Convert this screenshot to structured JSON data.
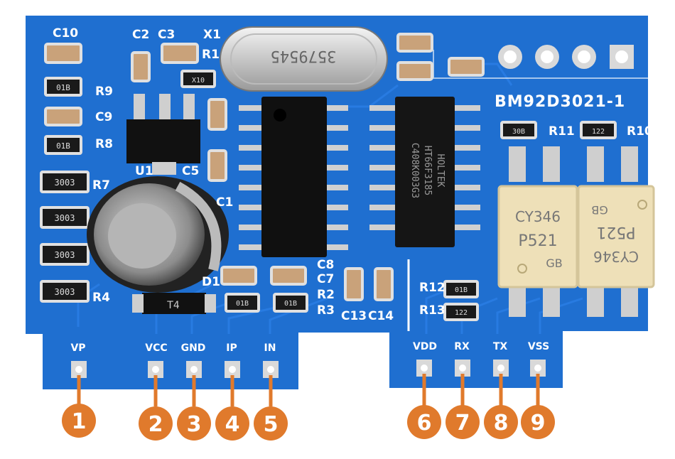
{
  "board": {
    "model": "BM92D3021-1",
    "crystal_marking": "3579545",
    "ic1_marking": [
      "HOLTEK",
      "HT66F3185",
      "C408K003G3"
    ],
    "opto_marking": [
      "CY346",
      "P521",
      "GB"
    ],
    "colors": {
      "pcb": "#1f6fd0",
      "silk": "#ffffff",
      "callout": "#e07a2c",
      "pad": "#d9d9d9"
    }
  },
  "silkscreen": {
    "C10": "C10",
    "C2": "C2",
    "C3": "C3",
    "X1": "X1",
    "R1": "R1",
    "R9": "R9",
    "C9": "C9",
    "R8": "R8",
    "R7": "R7",
    "R4": "R4",
    "U1": "U1",
    "C5": "C5",
    "C1": "C1",
    "D1": "D1",
    "C8": "C8",
    "C7": "C7",
    "R2": "R2",
    "R3": "R3",
    "C13": "C13",
    "C14": "C14",
    "R11": "R11",
    "R10": "R10",
    "R12": "R12",
    "R13": "R13",
    "T4": "T4"
  },
  "resistor_codes": {
    "r9": "01B",
    "r8": "01B",
    "r7": "3003",
    "r_mid1": "3003",
    "r_mid2": "3003",
    "r4": "3003",
    "r1": "X10",
    "r2": "01B",
    "r3": "01B",
    "r11": "30B",
    "r10": "122",
    "r12": "01B",
    "r13": "122"
  },
  "pins": [
    {
      "number": "1",
      "label": "VP"
    },
    {
      "number": "2",
      "label": "VCC"
    },
    {
      "number": "3",
      "label": "GND"
    },
    {
      "number": "4",
      "label": "IP"
    },
    {
      "number": "5",
      "label": "IN"
    },
    {
      "number": "6",
      "label": "VDD"
    },
    {
      "number": "7",
      "label": "RX"
    },
    {
      "number": "8",
      "label": "TX"
    },
    {
      "number": "9",
      "label": "VSS"
    }
  ]
}
